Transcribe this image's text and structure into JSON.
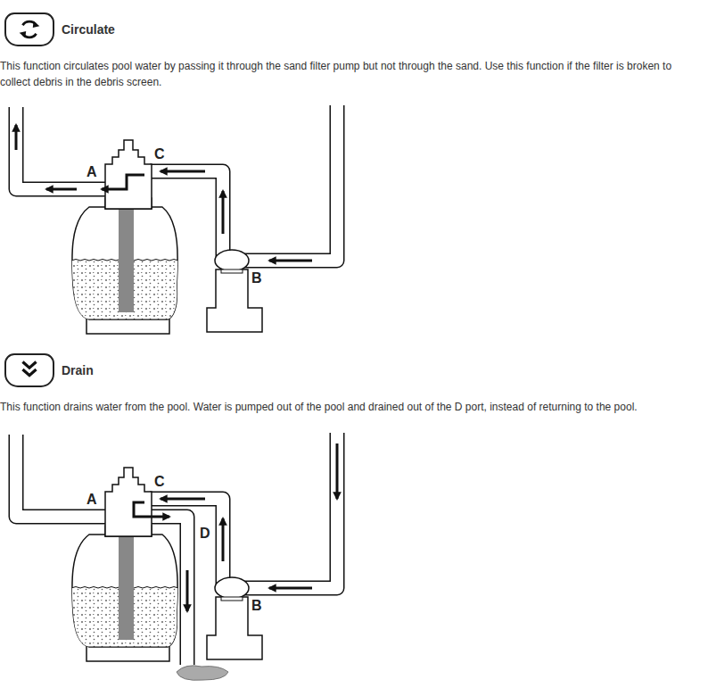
{
  "diagram": {
    "nodes": [
      {
        "text": [
          "Circulate"
        ]
      },
      {
        "text": [
          "Drain"
        ]
      }
    ],
    "edges": [],
    "labels": [
      "This function circulates pool water by passing it through the sand filter pump but not through the sand. Use this function if the filter is broken to collect debris in the debris screen.",
      "A",
      "C",
      "B",
      "This function drains water from the pool. Water is pumped out of the pool and drained out of the D port, instead of returning to the pool.",
      "A",
      "C",
      "D",
      "B"
    ]
  }
}
